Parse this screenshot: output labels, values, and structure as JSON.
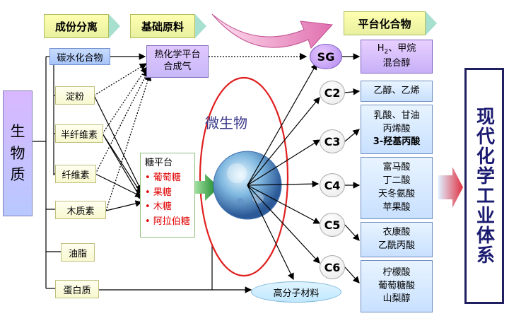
{
  "headers": {
    "composition": "成份分离",
    "raw_material": "基础原料",
    "platform_compounds": "平台化合物"
  },
  "biomass": [
    "生",
    "物",
    "质"
  ],
  "sources": {
    "carbohydrate": "碳水化合物",
    "starch": "淀粉",
    "hemicellulose": "半纤维素",
    "cellulose": "纤维素",
    "lignin": "木质素",
    "oil": "油脂",
    "protein": "蛋白质"
  },
  "thermo": {
    "line1": "热化学平台",
    "line2": "合成气"
  },
  "sugar": {
    "title": "糖平台",
    "items": [
      "• 葡萄糖",
      "• 果糖",
      "• 木糖",
      "• 阿拉伯糖"
    ]
  },
  "microbe": "微生物",
  "nodes": {
    "sg": "SG",
    "c2": "C2",
    "c3": "C3",
    "c4": "C4",
    "c5": "C5",
    "c6": "C6"
  },
  "products": {
    "sg": {
      "h": "H",
      "sub": "2",
      "rest": "、甲烷",
      "line2": "混合醇"
    },
    "c2": [
      "乙醇、乙烯"
    ],
    "c3": [
      "乳酸、甘油",
      "丙烯酸",
      "3-羟基丙酸"
    ],
    "c4": [
      "富马酸",
      "丁二酸",
      "天冬氨酸",
      "苹果酸"
    ],
    "c5": [
      "衣康酸",
      "乙酰丙酸"
    ],
    "c6": [
      "柠檬酸",
      "葡萄糖酸",
      "山梨醇"
    ]
  },
  "polymer": "高分子材料",
  "modern": "现代化学工业体系",
  "colors": {
    "accent_red": "#e00000",
    "hdr_yellow": "#ffffb0",
    "arrow_teal": "#a8e0d0"
  }
}
